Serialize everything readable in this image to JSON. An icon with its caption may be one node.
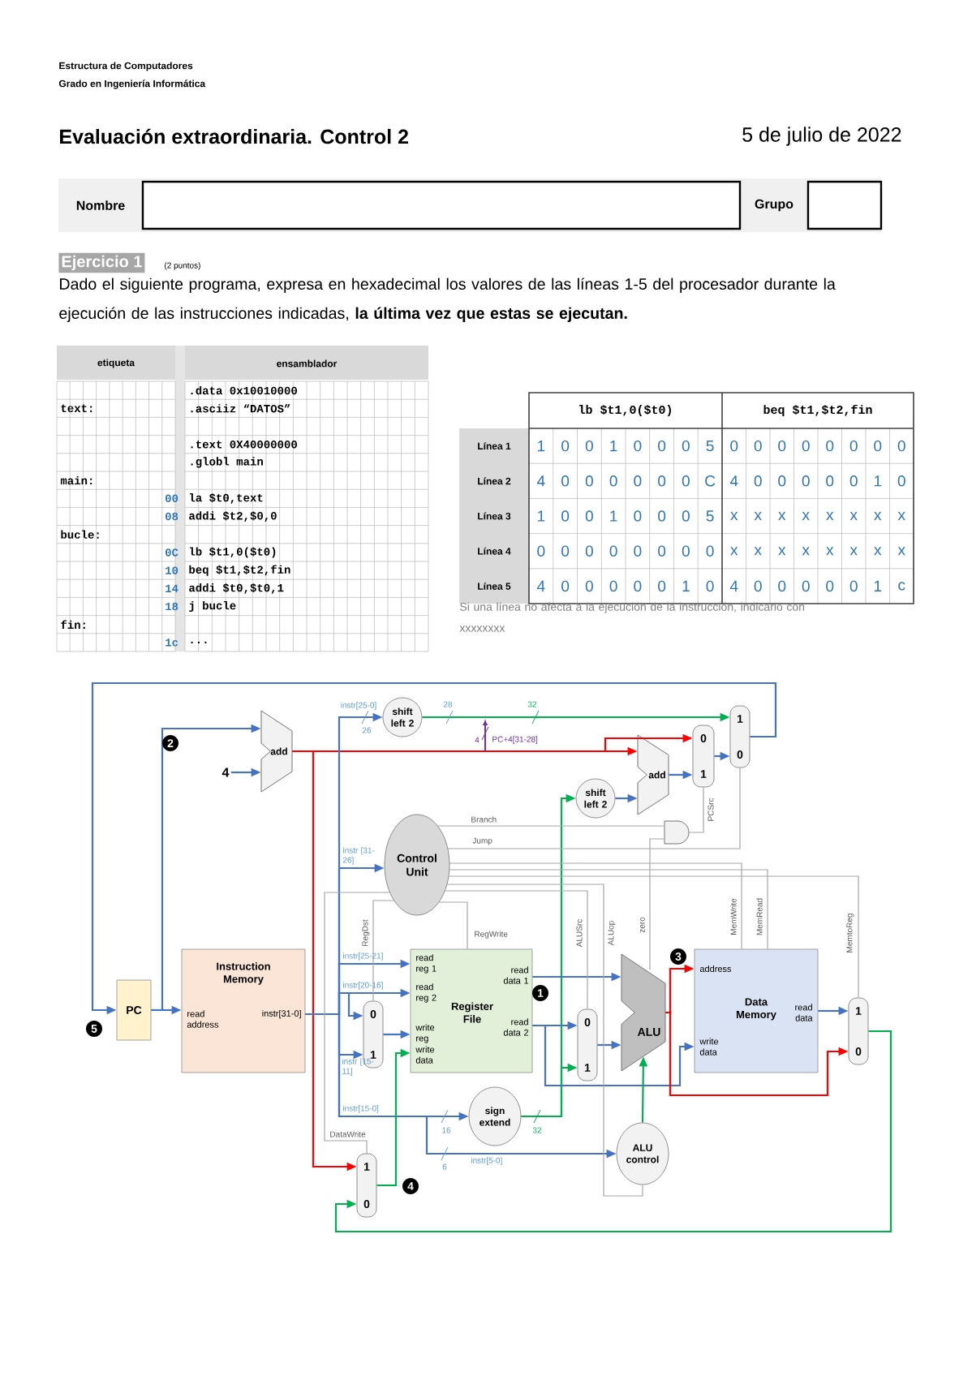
{
  "diagram": {
    "title": "Evaluación extraordinaria. Control 2",
    "nodes": [
      {
        "text": [
          "add"
        ]
      },
      {
        "text": [
          "4"
        ]
      },
      {
        "text": [
          "shift left 2"
        ]
      },
      {
        "text": [
          "1",
          "0"
        ]
      },
      {
        "text": [
          "0",
          "1"
        ]
      },
      {
        "text": [
          "add"
        ]
      },
      {
        "text": [
          "shift left 2"
        ]
      },
      {
        "text": [
          "Control Unit"
        ]
      },
      {
        "text": [],
        "shape": "gate"
      },
      {
        "text": [
          "PC"
        ]
      },
      {
        "text": [
          "Instruction Memory",
          "read address",
          "instr[31-0]"
        ]
      },
      {
        "text": [
          "Register File",
          "read reg 1",
          "read reg 2",
          "write reg",
          "write data",
          "read data 1",
          "read data 2"
        ]
      },
      {
        "text": [
          "0",
          "1"
        ]
      },
      {
        "text": [
          "0",
          "1"
        ]
      },
      {
        "text": [
          "ALU"
        ]
      },
      {
        "text": [
          "Data Memory",
          "address",
          "write data",
          "read data"
        ]
      },
      {
        "text": [
          "1",
          "0"
        ]
      },
      {
        "text": [
          "sign extend"
        ]
      },
      {
        "text": [
          "ALU control"
        ]
      },
      {
        "text": [
          "1",
          "0"
        ]
      }
    ],
    "edges": [
      {
        "from": 9,
        "to": 10,
        "arrow": "to"
      },
      {
        "from": 9,
        "to": 0,
        "arrow": "to"
      },
      {
        "from": 1,
        "to": 0,
        "arrow": "to"
      },
      {
        "from": 0,
        "to": 5,
        "arrow": "to",
        "color": "#ff0000"
      },
      {
        "from": 0,
        "to": 4,
        "arrow": "to",
        "color": "#ff0000"
      },
      {
        "from": 0,
        "to": 19,
        "arrow": "to",
        "color": "#ff0000"
      },
      {
        "from": 2,
        "to": 3,
        "arrow": "to",
        "color": "#00b050"
      },
      {
        "from": 10,
        "to": 2,
        "arrow": "to",
        "label": "instr[25-0]"
      },
      {
        "from": 10,
        "to": 7,
        "arrow": "to",
        "label": "instr [31-26]"
      },
      {
        "from": 10,
        "to": 11,
        "arrow": "to",
        "label": "instr[25-21]"
      },
      {
        "from": 10,
        "to": 11,
        "arrow": "to",
        "label": "instr[20-16]"
      },
      {
        "from": 10,
        "to": 12,
        "arrow": "to"
      },
      {
        "from": 10,
        "to": 12,
        "arrow": "to",
        "label": "instr [15-11]"
      },
      {
        "from": 10,
        "to": 17,
        "arrow": "to",
        "label": "instr[15-0]"
      },
      {
        "from": 10,
        "to": 18,
        "arrow": "to",
        "label": "instr[5-0]"
      },
      {
        "from": 6,
        "to": 5,
        "arrow": "to"
      },
      {
        "from": 5,
        "to": 4,
        "arrow": "to"
      },
      {
        "from": 4,
        "to": 3,
        "arrow": "to"
      },
      {
        "from": 3,
        "to": 9,
        "arrow": "to"
      },
      {
        "from": 17,
        "to": 6,
        "arrow": "to",
        "color": "#00b050"
      },
      {
        "from": 17,
        "to": 13,
        "arrow": "to",
        "color": "#00b050"
      },
      {
        "from": 12,
        "to": 11,
        "arrow": "to"
      },
      {
        "from": 11,
        "to": 14,
        "arrow": "to"
      },
      {
        "from": 11,
        "to": 13,
        "arrow": "to"
      },
      {
        "from": 11,
        "to": 15,
        "arrow": "to"
      },
      {
        "from": 13,
        "to": 14,
        "arrow": "to"
      },
      {
        "from": 14,
        "to": 15,
        "arrow": "to",
        "color": "#ff0000"
      },
      {
        "from": 14,
        "to": 16,
        "arrow": "to",
        "color": "#ff0000"
      },
      {
        "from": 15,
        "to": 16,
        "arrow": "to"
      },
      {
        "from": 16,
        "to": 19,
        "arrow": "to",
        "color": "#00b050"
      },
      {
        "from": 19,
        "to": 11,
        "arrow": "to",
        "color": "#00b050"
      },
      {
        "from": 18,
        "to": 14,
        "arrow": "to",
        "color": "#00b050"
      },
      {
        "from": 7,
        "to": 8,
        "arrow": "none",
        "color": "#a6a6a6",
        "label": "Branch"
      },
      {
        "from": 8,
        "to": 4,
        "arrow": "none",
        "color": "#a6a6a6",
        "label": "PCSrc"
      },
      {
        "from": 14,
        "to": 8,
        "arrow": "none",
        "color": "#a6a6a6",
        "label": "zero"
      },
      {
        "from": 7,
        "to": 3,
        "arrow": "none",
        "color": "#a6a6a6",
        "label": "Jump"
      },
      {
        "from": 7,
        "to": 12,
        "arrow": "none",
        "color": "#a6a6a6",
        "label": "RegDst"
      },
      {
        "from": 7,
        "to": 11,
        "arrow": "none",
        "color": "#a6a6a6",
        "label": "RegWrite"
      },
      {
        "from": 7,
        "to": 13,
        "arrow": "none",
        "color": "#a6a6a6",
        "label": "ALUSrc"
      },
      {
        "from": 7,
        "to": 18,
        "arrow": "none",
        "color": "#a6a6a6",
        "label": "ALUop"
      },
      {
        "from": 7,
        "to": 15,
        "arrow": "none",
        "color": "#a6a6a6",
        "label": "MemWrite"
      },
      {
        "from": 7,
        "to": 15,
        "arrow": "none",
        "color": "#a6a6a6",
        "label": "MemRead"
      },
      {
        "from": 7,
        "to": 16,
        "arrow": "none",
        "color": "#a6a6a6",
        "label": "MemtoReg"
      },
      {
        "from": 7,
        "to": 19,
        "arrow": "none",
        "color": "#a6a6a6",
        "label": "DataWrite"
      }
    ],
    "labels": [
      "Estructura de Computadores",
      "Grado en Ingeniería Informática",
      "5 de julio de 2022",
      "Nombre",
      "Grupo",
      "Ejercicio 1",
      "(2 puntos)",
      "Dado el siguiente programa, expresa en hexadecimal los valores de las líneas 1-5 del procesador durante la ejecución de las instrucciones indicadas, **la última vez que estas se ejecutan.**",
      "etiqueta",
      "ensamblador",
      ".data 0x10010000",
      "text:",
      ".asciiz “DATOS”",
      ".text 0X40000000",
      ".globl main",
      "main:",
      "00",
      "la $t0,text",
      "08",
      "addi $t2,$0,0",
      "bucle:",
      "0C",
      "lb $t1,0($t0)",
      "10",
      "beq $t1,$t2,fin",
      "14",
      "addi $t0,$t0,1",
      "18",
      "j bucle",
      "fin:",
      "1c",
      "...",
      "lb $t1,0($t0)",
      "beq $t1,$t2,fin",
      "Línea 1",
      "1",
      "0",
      "0",
      "1",
      "0",
      "0",
      "0",
      "5",
      "0",
      "0",
      "0",
      "0",
      "0",
      "0",
      "0",
      "0",
      "Línea 2",
      "4",
      "0",
      "0",
      "0",
      "0",
      "0",
      "0",
      "C",
      "4",
      "0",
      "0",
      "0",
      "0",
      "0",
      "1",
      "0",
      "Línea 3",
      "1",
      "0",
      "0",
      "1",
      "0",
      "0",
      "0",
      "5",
      "x",
      "x",
      "x",
      "x",
      "x",
      "x",
      "x",
      "x",
      "Línea 4",
      "0",
      "0",
      "0",
      "0",
      "0",
      "0",
      "0",
      "0",
      "x",
      "x",
      "x",
      "x",
      "x",
      "x",
      "x",
      "x",
      "Línea 5",
      "4",
      "0",
      "0",
      "0",
      "0",
      "0",
      "1",
      "0",
      "4",
      "0",
      "0",
      "0",
      "0",
      "0",
      "1",
      "c",
      "Si una línea no afecta a la ejecución de la instrucción, indicarlo con xxxxxxxx",
      "2",
      "3",
      "1",
      "5",
      "4",
      "26",
      "28",
      "32",
      "4",
      "PC+4[31-28]",
      "16",
      "32",
      "6"
    ]
  }
}
